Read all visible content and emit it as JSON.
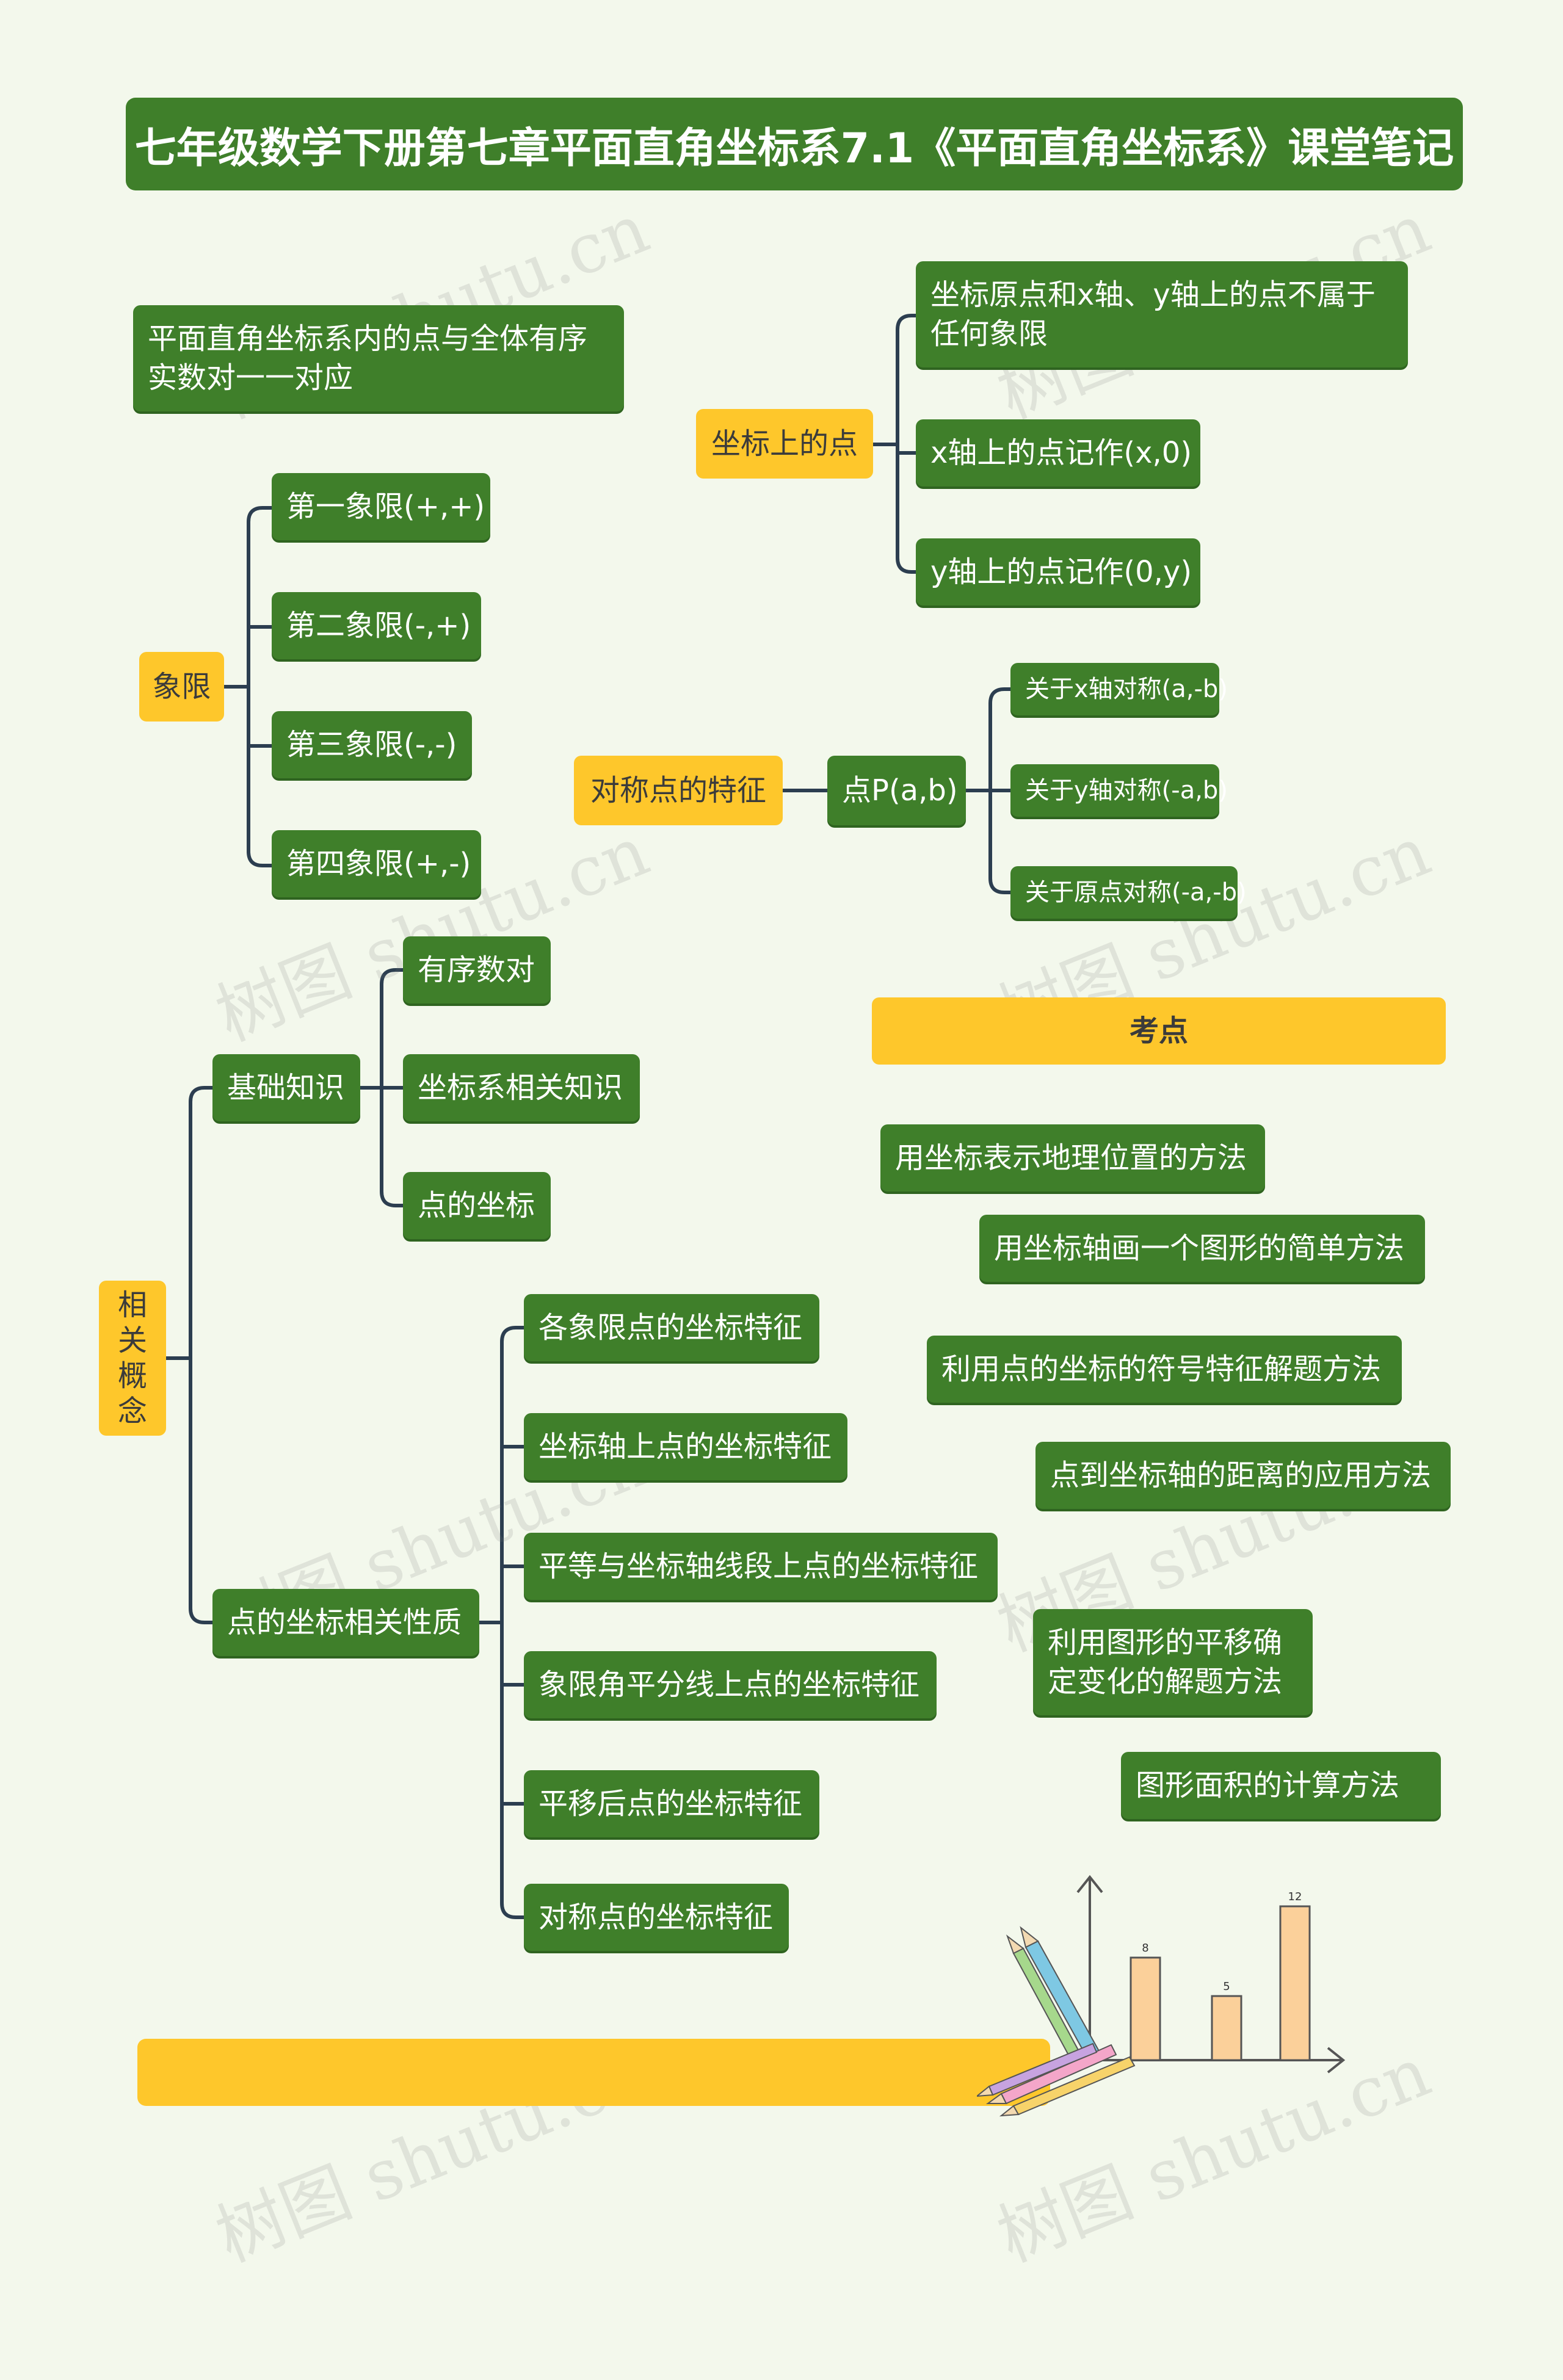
{
  "title": "七年级数学下册第七章平面直角坐标系7.1《平面直角坐标系》课堂笔记",
  "intro": "平面直角坐标系内的点与全体有序实数对一一对应",
  "quadrant": {
    "label": "象限",
    "items": [
      "第一象限(+,+)",
      "第二象限(-,+)",
      "第三象限(-,-)",
      "第四象限(+,-)"
    ]
  },
  "axis_points": {
    "label": "坐标上的点",
    "items": [
      "坐标原点和x轴、y轴上的点不属于任何象限",
      "x轴上的点记作(x,0)",
      "y轴上的点记作(0,y)"
    ]
  },
  "symmetry": {
    "label": "对称点的特征",
    "point": "点P(a,b)",
    "items": [
      "关于x轴对称(a,-b)",
      "关于y轴对称(-a,b)",
      "关于原点对称(-a,-b)"
    ]
  },
  "concepts": {
    "label_chars": [
      "相",
      "关",
      "概",
      "念"
    ],
    "basic": {
      "label": "基础知识",
      "items": [
        "有序数对",
        "坐标系相关知识",
        "点的坐标"
      ]
    },
    "properties": {
      "label": "点的坐标相关性质",
      "items": [
        "各象限点的坐标特征",
        "坐标轴上点的坐标特征",
        "平等与坐标轴线段上点的坐标特征",
        "象限角平分线上点的坐标特征",
        "平移后点的坐标特征",
        "对称点的坐标特征"
      ]
    }
  },
  "exam": {
    "label": "考点",
    "items": [
      "用坐标表示地理位置的方法",
      "用坐标轴画一个图形的简单方法",
      "利用点的坐标的符号特征解题方法",
      "点到坐标轴的距离的应用方法",
      "利用图形的平移确定变化的解题方法",
      "图形面积的计算方法"
    ]
  },
  "illustration": {
    "bar_values": [
      8,
      5,
      12
    ],
    "bar_labels": [
      "8",
      "5",
      "12"
    ]
  },
  "watermark": "树图 shutu.cn",
  "colors": {
    "green": "#3f7f2a",
    "yellow": "#fec72b",
    "line": "#2c3e50",
    "background": "#f3f8ec"
  }
}
